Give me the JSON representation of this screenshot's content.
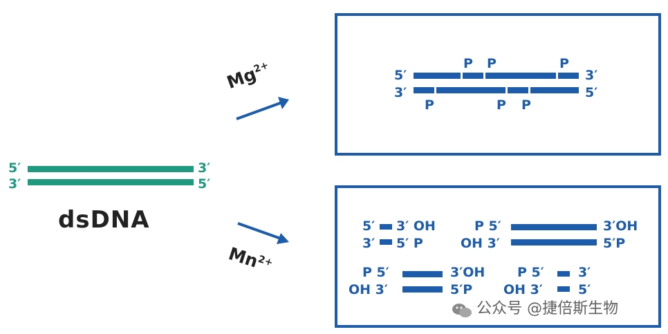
{
  "dsdna": {
    "label": "dsDNA",
    "left_top": "5′",
    "left_bottom": "3′",
    "right_top": "3′",
    "right_bottom": "5′"
  },
  "mg": {
    "ion": "Mg",
    "charge": "2+",
    "top_5": "5′",
    "top_3": "3′",
    "bottom_3": "3′",
    "bottom_5": "5′",
    "p": "P"
  },
  "mn": {
    "ion": "Mn",
    "charge": "2+",
    "f1_top": "5′",
    "f1_top_r": "3′ OH",
    "f1_bot": "3′",
    "f1_bot_r": "5′ P",
    "f2_top_l": "P 5′",
    "f2_top_r": "3′OH",
    "f2_bot_l": "OH 3′",
    "f2_bot_r": "5′P",
    "f3_top_l": "P 5′",
    "f3_top_r": "3′OH",
    "f3_bot_l": "OH 3′",
    "f3_bot_r": "5′P",
    "f4_top_l": "P 5′",
    "f4_top_r": "3′",
    "f4_bot_l": "OH 3′",
    "f4_bot_r": "5′"
  },
  "watermark": "公众号 @捷倍斯生物",
  "colors": {
    "teal": "#1f9a7f",
    "blue": "#1c5cab"
  }
}
